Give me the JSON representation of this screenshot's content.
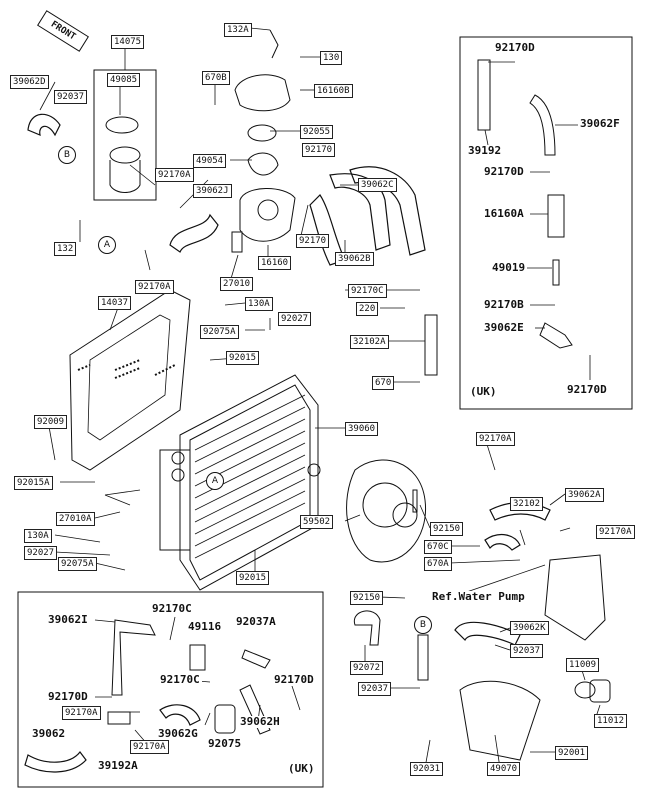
{
  "front_tag": "FRONT",
  "ref_text": "Ref.Water Pump",
  "uk_right": "(UK)",
  "uk_left": "(UK)",
  "markers": {
    "a1": "A",
    "a2": "A",
    "b1": "B",
    "b2": "B"
  },
  "labels": {
    "p132A": "132A",
    "p130top": "130",
    "p16160B": "16160B",
    "p14075": "14075",
    "p49085": "49085",
    "p670B": "670B",
    "p39062D": "39062D",
    "p92037top": "92037",
    "p92055": "92055",
    "p49054": "49054",
    "p92170Atop": "92170A",
    "p39062J": "39062J",
    "p92170top": "92170",
    "p39062C": "39062C",
    "p132": "132",
    "p92170mid": "92170",
    "p16160": "16160",
    "p39062B": "39062B",
    "p92170Amid": "92170A",
    "p27010": "27010",
    "p14037": "14037",
    "p130A": "130A",
    "p92075Atop": "92075A",
    "p92027top": "92027",
    "p92170C": "92170C",
    "p220": "220",
    "p32102A": "32102A",
    "p92015top": "92015",
    "p670": "670",
    "p92009": "92009",
    "p39060": "39060",
    "p92015A": "92015A",
    "p92170Aright": "92170A",
    "p39062A": "39062A",
    "p27010A": "27010A",
    "p59502": "59502",
    "p92150mid": "92150",
    "p32102": "32102",
    "p92170Aright2": "92170A",
    "p130Aleft": "130A",
    "p92027left": "92027",
    "p670C": "670C",
    "p670A": "670A",
    "p92075Aleft": "92075A",
    "p92015bot": "92015",
    "p92150bot": "92150",
    "r92170D1": "92170D",
    "r39062F": "39062F",
    "r39192": "39192",
    "r92170D2": "92170D",
    "r16160A": "16160A",
    "r49019": "49019",
    "r92170B": "92170B",
    "r39062E": "39062E",
    "r92170D3": "92170D",
    "l39062I": "39062I",
    "l92170C": "92170C",
    "l49116": "49116",
    "l92037A": "92037A",
    "l92170Cmid": "92170C",
    "l92170Dright": "92170D",
    "l92170Dleft": "92170D",
    "l92170A": "92170A",
    "l39062G": "39062G",
    "l39062H": "39062H",
    "l39062": "39062",
    "l92170Abot": "92170A",
    "l92075": "92075",
    "l39192A": "39192A",
    "b39062K": "39062K",
    "b92037": "92037",
    "b92072": "92072",
    "b92037left": "92037",
    "b11009": "11009",
    "b11012": "11012",
    "b92001": "92001",
    "b92031": "92031",
    "b49070": "49070"
  }
}
